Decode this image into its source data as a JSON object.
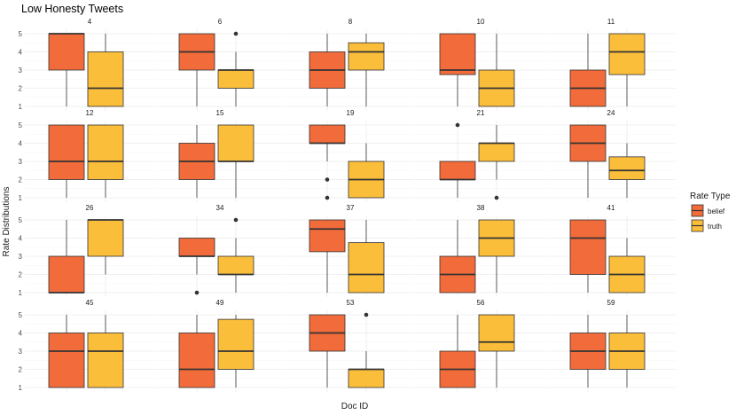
{
  "chart_data": {
    "type": "boxplot",
    "title": "Low Honesty Tweets",
    "xlabel": "Doc ID",
    "ylabel": "Rate Distributions",
    "ylim": [
      1,
      5
    ],
    "yticks": [
      "1",
      "2",
      "3",
      "4",
      "5"
    ],
    "layout": {
      "rows": 4,
      "cols": 5
    },
    "grid": true,
    "legend": {
      "title": "Rate Type",
      "position": "right",
      "items": [
        {
          "name": "belief",
          "color": "#F26B3A"
        },
        {
          "name": "truth",
          "color": "#FBBE3B"
        }
      ]
    },
    "facets": [
      {
        "label": "4",
        "belief": {
          "lo": 1,
          "q1": 3,
          "med": 5,
          "q3": 5,
          "hi": 5,
          "out": []
        },
        "truth": {
          "lo": 1,
          "q1": 1,
          "med": 2,
          "q3": 4,
          "hi": 5,
          "out": []
        }
      },
      {
        "label": "6",
        "belief": {
          "lo": 1,
          "q1": 3,
          "med": 4,
          "q3": 5,
          "hi": 5,
          "out": []
        },
        "truth": {
          "lo": 1,
          "q1": 2,
          "med": 3,
          "q3": 3,
          "hi": 4,
          "out": [
            5
          ]
        }
      },
      {
        "label": "8",
        "belief": {
          "lo": 1,
          "q1": 2,
          "med": 3,
          "q3": 4,
          "hi": 5,
          "out": []
        },
        "truth": {
          "lo": 1,
          "q1": 3,
          "med": 4,
          "q3": 4.5,
          "hi": 5,
          "out": []
        }
      },
      {
        "label": "10",
        "belief": {
          "lo": 1,
          "q1": 2.75,
          "med": 3,
          "q3": 5,
          "hi": 5,
          "out": []
        },
        "truth": {
          "lo": 1,
          "q1": 1,
          "med": 2,
          "q3": 3,
          "hi": 5,
          "out": []
        }
      },
      {
        "label": "11",
        "belief": {
          "lo": 1,
          "q1": 1,
          "med": 2,
          "q3": 3,
          "hi": 5,
          "out": []
        },
        "truth": {
          "lo": 1,
          "q1": 2.75,
          "med": 4,
          "q3": 5,
          "hi": 5,
          "out": []
        }
      },
      {
        "label": "12",
        "belief": {
          "lo": 1,
          "q1": 2,
          "med": 3,
          "q3": 5,
          "hi": 5,
          "out": []
        },
        "truth": {
          "lo": 1,
          "q1": 2,
          "med": 3,
          "q3": 5,
          "hi": 5,
          "out": []
        }
      },
      {
        "label": "15",
        "belief": {
          "lo": 1,
          "q1": 2,
          "med": 3,
          "q3": 4,
          "hi": 5,
          "out": []
        },
        "truth": {
          "lo": 1,
          "q1": 3,
          "med": 3,
          "q3": 5,
          "hi": 5,
          "out": []
        }
      },
      {
        "label": "19",
        "belief": {
          "lo": 3,
          "q1": 4,
          "med": 4,
          "q3": 5,
          "hi": 5,
          "out": [
            2,
            1
          ]
        },
        "truth": {
          "lo": 1,
          "q1": 1,
          "med": 2,
          "q3": 3,
          "hi": 4,
          "out": []
        }
      },
      {
        "label": "21",
        "belief": {
          "lo": 1,
          "q1": 2,
          "med": 2,
          "q3": 3,
          "hi": 3,
          "out": [
            5
          ]
        },
        "truth": {
          "lo": 2,
          "q1": 3,
          "med": 4,
          "q3": 4,
          "hi": 5,
          "out": [
            1
          ]
        }
      },
      {
        "label": "24",
        "belief": {
          "lo": 1,
          "q1": 3,
          "med": 4,
          "q3": 5,
          "hi": 5,
          "out": []
        },
        "truth": {
          "lo": 1,
          "q1": 2,
          "med": 2.5,
          "q3": 3.25,
          "hi": 4,
          "out": []
        }
      },
      {
        "label": "26",
        "belief": {
          "lo": 1,
          "q1": 1,
          "med": 1,
          "q3": 3,
          "hi": 5,
          "out": []
        },
        "truth": {
          "lo": 2,
          "q1": 3,
          "med": 5,
          "q3": 5,
          "hi": 5,
          "out": []
        }
      },
      {
        "label": "34",
        "belief": {
          "lo": 2,
          "q1": 3,
          "med": 3,
          "q3": 4,
          "hi": 4,
          "out": [
            1
          ]
        },
        "truth": {
          "lo": 1,
          "q1": 2,
          "med": 2,
          "q3": 3,
          "hi": 4,
          "out": [
            5
          ]
        }
      },
      {
        "label": "37",
        "belief": {
          "lo": 1,
          "q1": 3.25,
          "med": 4.5,
          "q3": 5,
          "hi": 5,
          "out": []
        },
        "truth": {
          "lo": 1,
          "q1": 1,
          "med": 2,
          "q3": 3.75,
          "hi": 5,
          "out": []
        }
      },
      {
        "label": "38",
        "belief": {
          "lo": 1,
          "q1": 1,
          "med": 2,
          "q3": 3,
          "hi": 5,
          "out": []
        },
        "truth": {
          "lo": 1,
          "q1": 3,
          "med": 4,
          "q3": 5,
          "hi": 5,
          "out": []
        }
      },
      {
        "label": "41",
        "belief": {
          "lo": 1,
          "q1": 2,
          "med": 4,
          "q3": 5,
          "hi": 5,
          "out": []
        },
        "truth": {
          "lo": 1,
          "q1": 1,
          "med": 2,
          "q3": 3,
          "hi": 4,
          "out": []
        }
      },
      {
        "label": "45",
        "belief": {
          "lo": 1,
          "q1": 1,
          "med": 3,
          "q3": 4,
          "hi": 5,
          "out": []
        },
        "truth": {
          "lo": 1,
          "q1": 1,
          "med": 3,
          "q3": 4,
          "hi": 5,
          "out": []
        }
      },
      {
        "label": "49",
        "belief": {
          "lo": 1,
          "q1": 1,
          "med": 2,
          "q3": 4,
          "hi": 5,
          "out": []
        },
        "truth": {
          "lo": 1,
          "q1": 2,
          "med": 3,
          "q3": 4.75,
          "hi": 5,
          "out": []
        }
      },
      {
        "label": "53",
        "belief": {
          "lo": 1,
          "q1": 3,
          "med": 4,
          "q3": 5,
          "hi": 5,
          "out": []
        },
        "truth": {
          "lo": 1,
          "q1": 1,
          "med": 2,
          "q3": 2,
          "hi": 3,
          "out": [
            5
          ]
        }
      },
      {
        "label": "56",
        "belief": {
          "lo": 1,
          "q1": 1,
          "med": 2,
          "q3": 3,
          "hi": 5,
          "out": []
        },
        "truth": {
          "lo": 1,
          "q1": 3,
          "med": 3.5,
          "q3": 5,
          "hi": 5,
          "out": []
        }
      },
      {
        "label": "59",
        "belief": {
          "lo": 1,
          "q1": 2,
          "med": 3,
          "q3": 4,
          "hi": 5,
          "out": []
        },
        "truth": {
          "lo": 1,
          "q1": 2,
          "med": 3,
          "q3": 4,
          "hi": 5,
          "out": []
        }
      }
    ]
  }
}
